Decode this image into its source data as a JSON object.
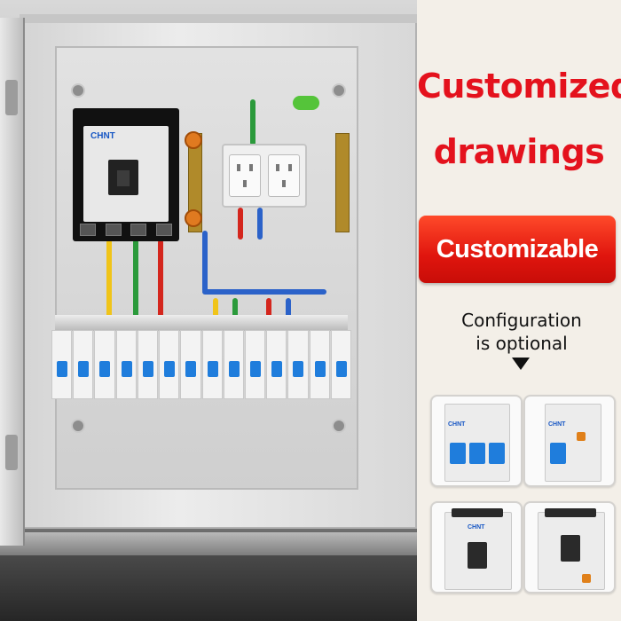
{
  "headline": {
    "line1": "Customized",
    "line2": "drawings"
  },
  "badge": {
    "label": "Customizable"
  },
  "note": {
    "line1": "Configuration",
    "line2": "is optional"
  },
  "product_tiles": [
    {
      "name": "3-pole miniature circuit breaker"
    },
    {
      "name": "residual current breaker"
    },
    {
      "name": "molded case circuit breaker"
    },
    {
      "name": "molded case circuit breaker with leakage protection"
    }
  ],
  "brand": {
    "logo_text": "CHNT"
  },
  "colors": {
    "headline": "#e4121d",
    "badge_bg": "#e0150e",
    "panel_bg": "#f3efe8",
    "breaker_toggle": "#1f7ddc"
  }
}
